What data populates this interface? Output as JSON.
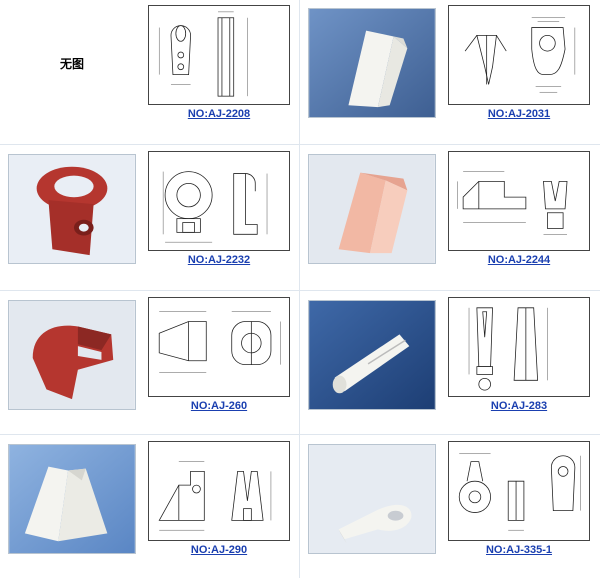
{
  "products": [
    {
      "code": "NO:AJ-2208",
      "photo": "none",
      "photo_text": "无图"
    },
    {
      "code": "NO:AJ-2031",
      "photo": "white-wedge"
    },
    {
      "code": "NO:AJ-2232",
      "photo": "red-eye-clamp"
    },
    {
      "code": "NO:AJ-2244",
      "photo": "pink-wedge"
    },
    {
      "code": "NO:AJ-260",
      "photo": "red-split-clamp"
    },
    {
      "code": "NO:AJ-283",
      "photo": "white-split-pin"
    },
    {
      "code": "NO:AJ-290",
      "photo": "white-double-wedge"
    },
    {
      "code": "NO:AJ-335-1",
      "photo": "white-eye-insert"
    }
  ],
  "colors": {
    "link": "#1a3fb0",
    "photo_bg_blue": "#5b7fb5",
    "red_part": "#b5362f",
    "pink_part": "#f2b8a4",
    "white_part": "#f4f4f0"
  }
}
